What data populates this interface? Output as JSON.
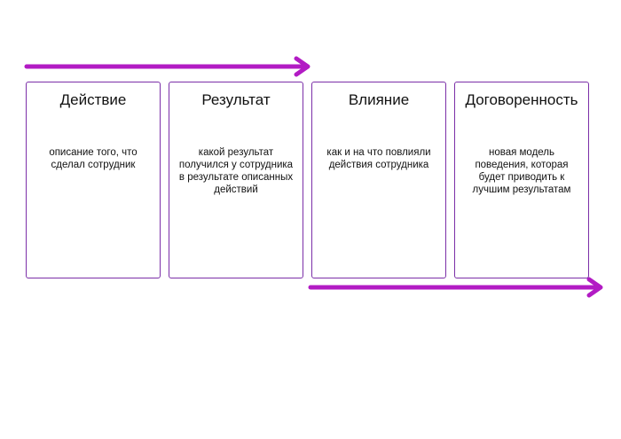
{
  "colors": {
    "accent": "#b21bc4",
    "card_border": "#7b2fa8"
  },
  "cards": [
    {
      "title": "Действие",
      "description": "описание того, что сделал сотрудник"
    },
    {
      "title": "Результат",
      "description": "какой результат получился у сотрудника в результате описанных действий"
    },
    {
      "title": "Влияние",
      "description": "как и на что повлияли действия сотрудника"
    },
    {
      "title": "Договоренность",
      "description": "новая модель поведения, которая будет приводить к лучшим результатам"
    }
  ]
}
